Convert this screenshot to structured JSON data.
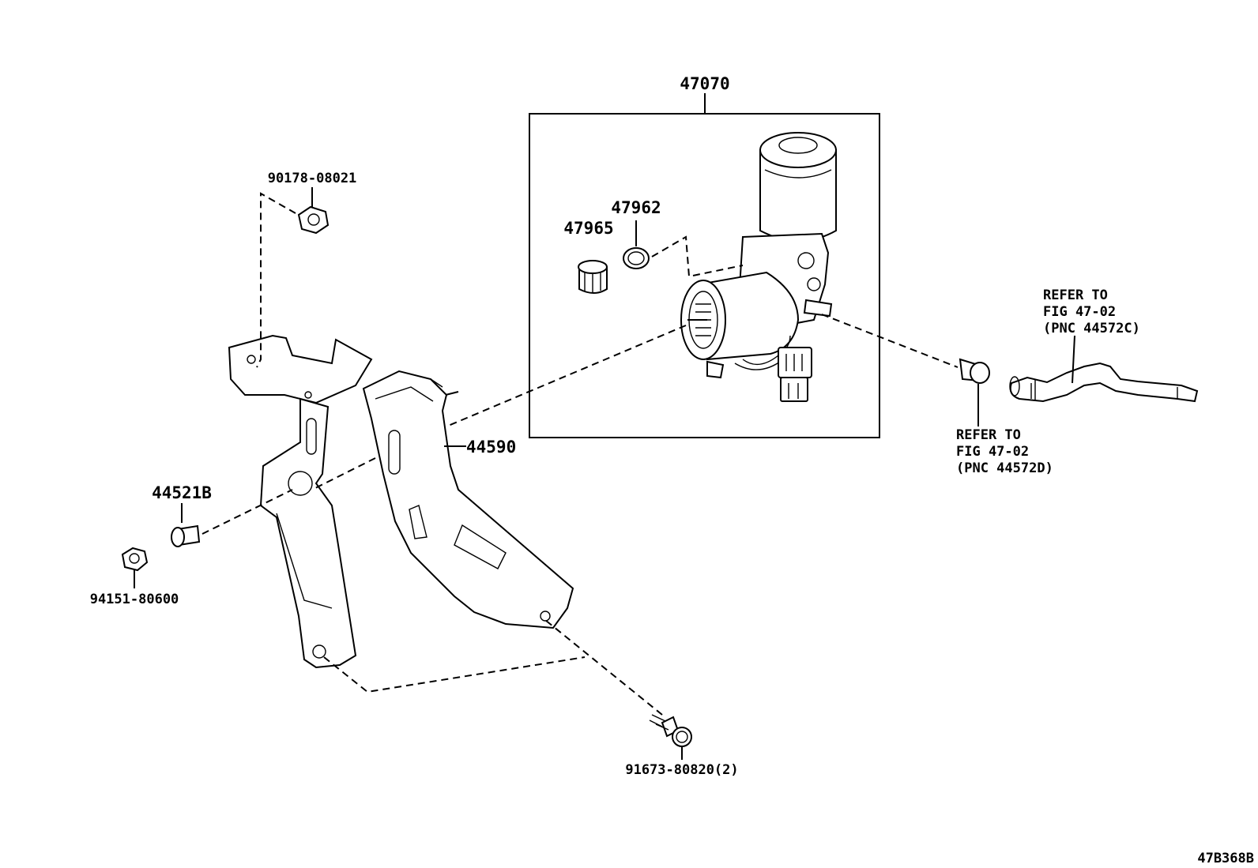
{
  "labels": {
    "assembly": "47070",
    "nut_top": "90178-08021",
    "seal_47962": "47962",
    "filter_47965": "47965",
    "bracket": "44590",
    "collar": "44521B",
    "nut_left": "94151-80600",
    "bolt": "91673-80820(2)",
    "refer_c_1": "REFER TO",
    "refer_c_2": "FIG 47-02",
    "refer_c_3": "(PNC 44572C)",
    "refer_d_1": "REFER TO",
    "refer_d_2": "FIG 47-02",
    "refer_d_3": "(PNC 44572D)",
    "figure_code": "47B368B"
  }
}
